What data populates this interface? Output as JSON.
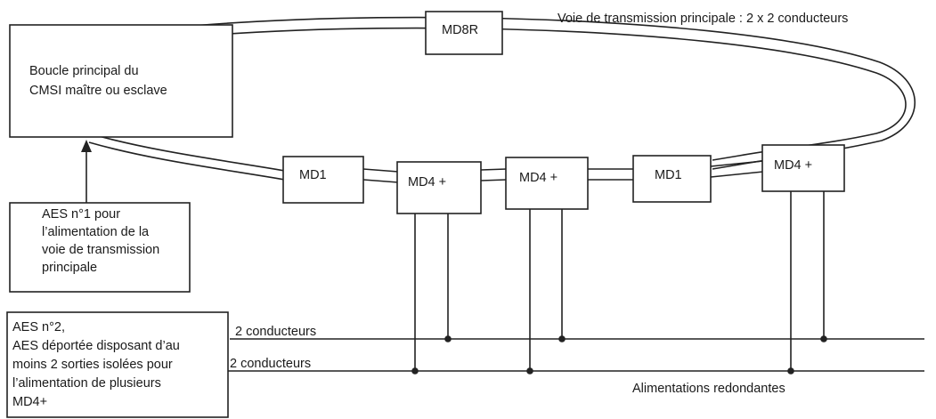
{
  "loop_title": "Voie de transmission principale : 2 x 2 conducteurs",
  "main_box": {
    "lines": [
      "Boucle principal du",
      "CMSI maître ou esclave"
    ]
  },
  "aes1": {
    "lines": [
      "AES n°1 pour",
      "l’alimentation de la",
      "voie de transmission",
      "principale"
    ]
  },
  "aes2": {
    "lines": [
      "AES n°2,",
      "AES déportée disposant d’au",
      "moins 2 sorties isolées pour",
      "l’alimentation de plusieurs",
      "MD4+"
    ]
  },
  "modules": {
    "md8r": "MD8R",
    "md1_a": "MD1",
    "md4_a": "MD4 +",
    "md4_b": "MD4 +",
    "md1_b": "MD1",
    "md4_c": "MD4 +"
  },
  "bus": {
    "upper_label": "2 conducteurs",
    "lower_label": "2 conducteurs",
    "redundant_label": "Alimentations redondantes"
  }
}
